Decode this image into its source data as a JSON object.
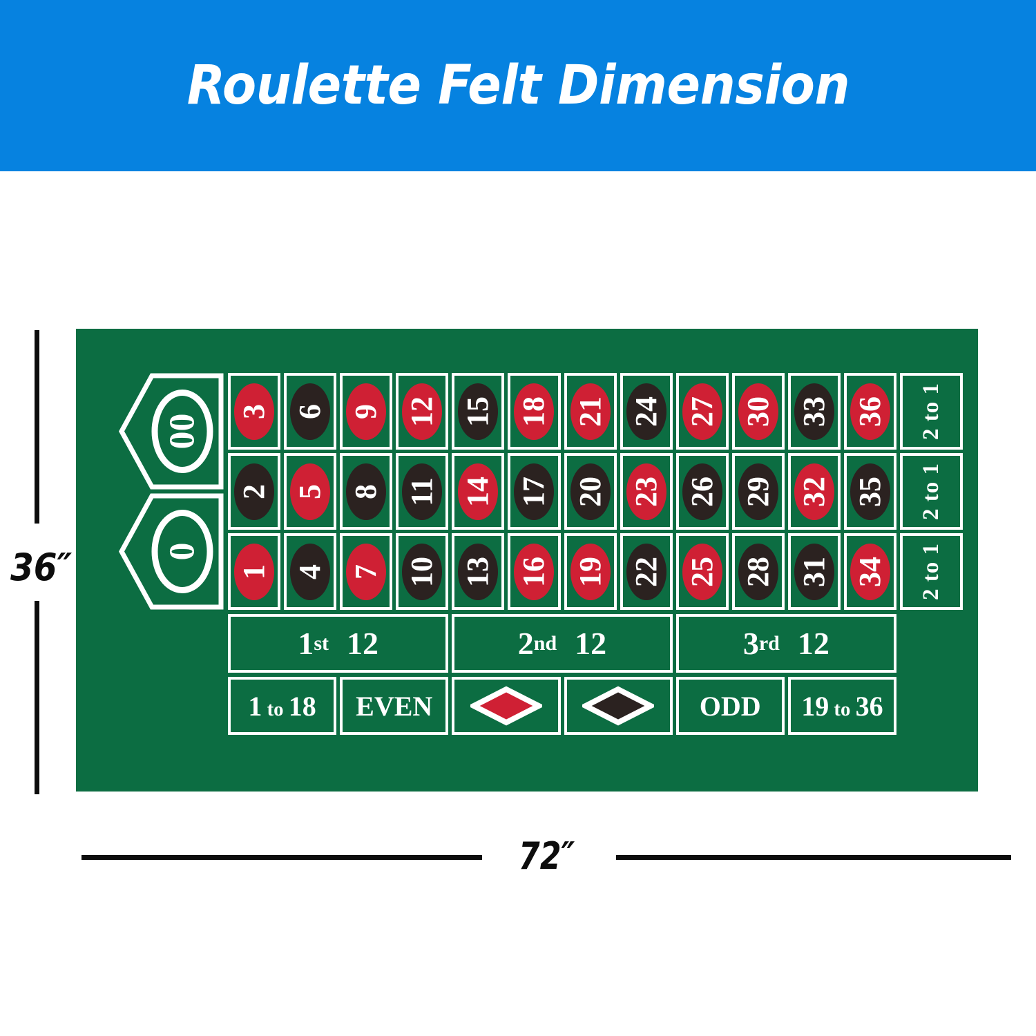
{
  "header": {
    "title": "Roulette Felt Dimension",
    "background_color": "#0682e0",
    "text_color": "#ffffff"
  },
  "dimensions": {
    "height_label": "36″",
    "width_label": "72″",
    "height_value": 36,
    "width_value": 72,
    "units": "inches"
  },
  "felt": {
    "background_color": "#0c6d42",
    "line_color": "#ffffff",
    "red_color": "#cf2034",
    "black_color": "#2b2220"
  },
  "zero_cells": [
    {
      "label": "00",
      "color": "green"
    },
    {
      "label": "0",
      "color": "green"
    }
  ],
  "numbers": [
    {
      "label": "3",
      "color": "red"
    },
    {
      "label": "6",
      "color": "black"
    },
    {
      "label": "9",
      "color": "red"
    },
    {
      "label": "12",
      "color": "red"
    },
    {
      "label": "15",
      "color": "black"
    },
    {
      "label": "18",
      "color": "red"
    },
    {
      "label": "21",
      "color": "red"
    },
    {
      "label": "24",
      "color": "black"
    },
    {
      "label": "27",
      "color": "red"
    },
    {
      "label": "30",
      "color": "red"
    },
    {
      "label": "33",
      "color": "black"
    },
    {
      "label": "36",
      "color": "red"
    },
    {
      "label": "2",
      "color": "black"
    },
    {
      "label": "5",
      "color": "red"
    },
    {
      "label": "8",
      "color": "black"
    },
    {
      "label": "11",
      "color": "black"
    },
    {
      "label": "14",
      "color": "red"
    },
    {
      "label": "17",
      "color": "black"
    },
    {
      "label": "20",
      "color": "black"
    },
    {
      "label": "23",
      "color": "red"
    },
    {
      "label": "26",
      "color": "black"
    },
    {
      "label": "29",
      "color": "black"
    },
    {
      "label": "32",
      "color": "red"
    },
    {
      "label": "35",
      "color": "black"
    },
    {
      "label": "1",
      "color": "red"
    },
    {
      "label": "4",
      "color": "black"
    },
    {
      "label": "7",
      "color": "red"
    },
    {
      "label": "10",
      "color": "black"
    },
    {
      "label": "13",
      "color": "black"
    },
    {
      "label": "16",
      "color": "red"
    },
    {
      "label": "19",
      "color": "red"
    },
    {
      "label": "22",
      "color": "black"
    },
    {
      "label": "25",
      "color": "red"
    },
    {
      "label": "28",
      "color": "black"
    },
    {
      "label": "31",
      "color": "black"
    },
    {
      "label": "34",
      "color": "red"
    }
  ],
  "column_bets": [
    {
      "label": "2 to 1"
    },
    {
      "label": "2 to 1"
    },
    {
      "label": "2 to 1"
    }
  ],
  "dozens": [
    {
      "number": "1",
      "ordinal": "st",
      "count": "12"
    },
    {
      "number": "2",
      "ordinal": "nd",
      "count": "12"
    },
    {
      "number": "3",
      "ordinal": "rd",
      "count": "12"
    }
  ],
  "outside_bets": [
    {
      "type": "text",
      "label": "1 to 18"
    },
    {
      "type": "text",
      "label": "EVEN"
    },
    {
      "type": "diamond",
      "label": "RED",
      "fill": "#cf2034"
    },
    {
      "type": "diamond",
      "label": "BLACK",
      "fill": "#2b2220"
    },
    {
      "type": "text",
      "label": "ODD"
    },
    {
      "type": "text",
      "label": "19 to 36"
    }
  ]
}
